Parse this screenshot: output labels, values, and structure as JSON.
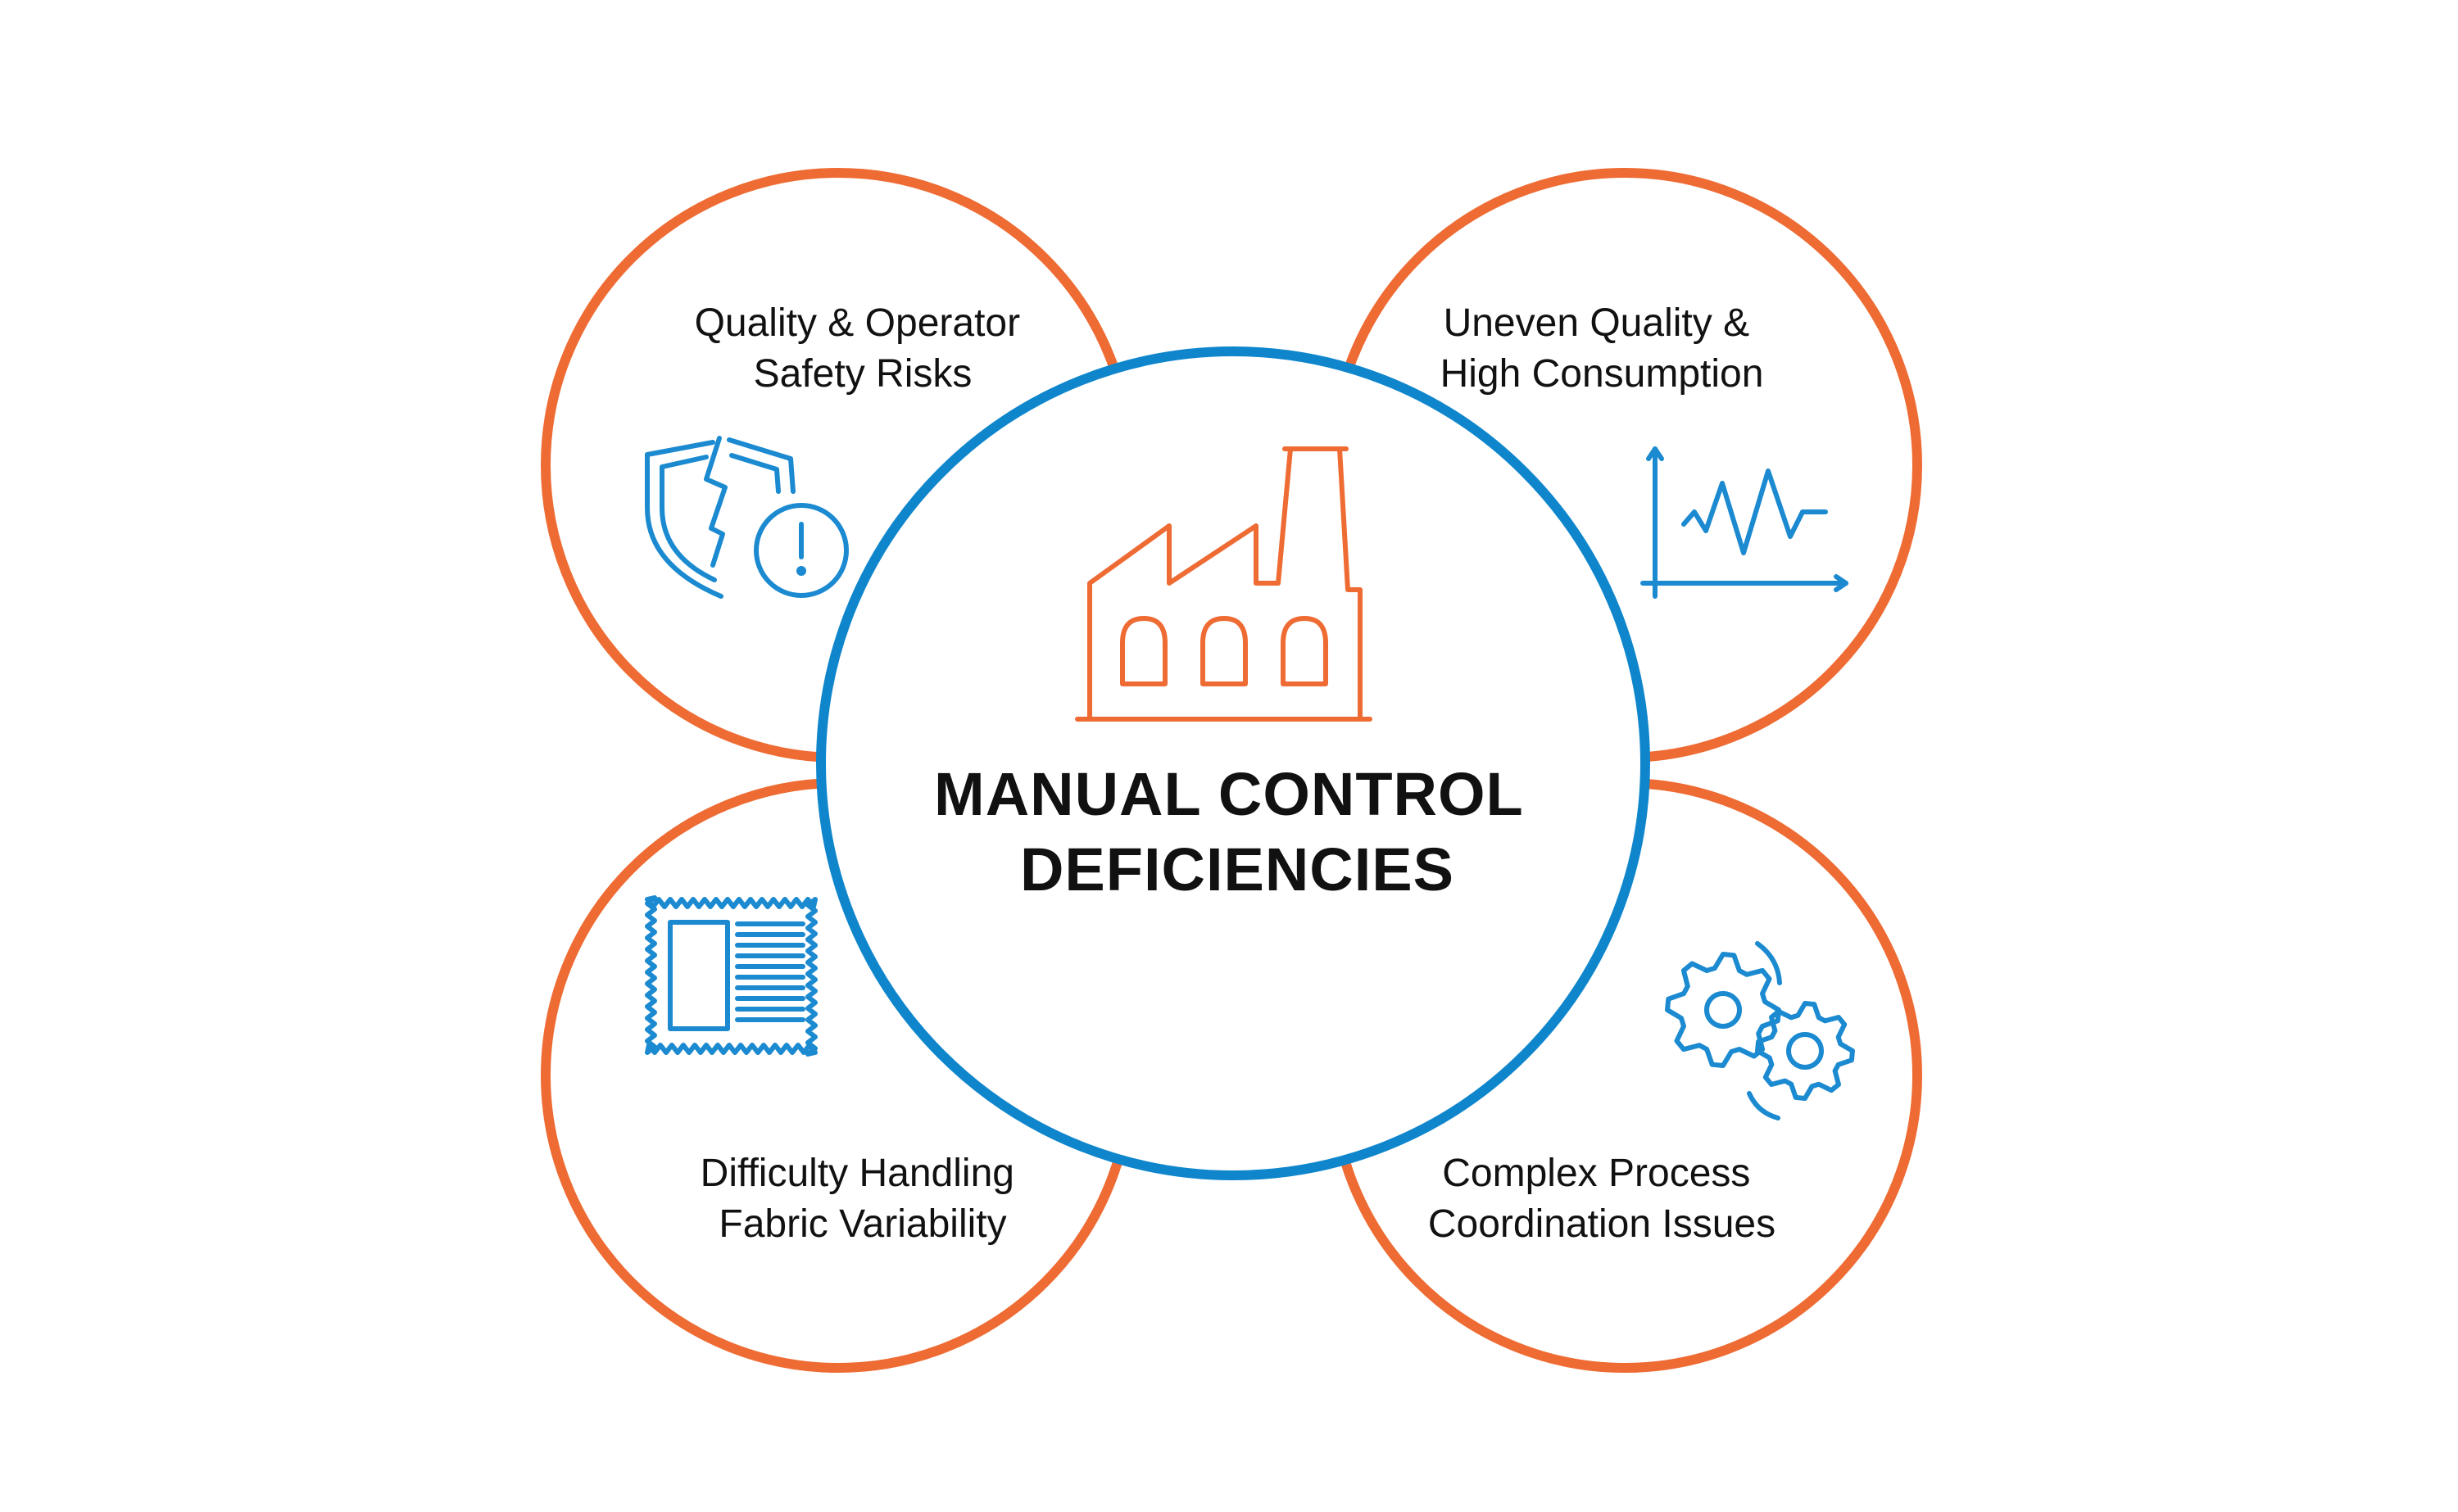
{
  "colors": {
    "satellite_ring": "#EE6B33",
    "center_ring": "#0F86CC",
    "factory_icon": "#EE6B33",
    "satellite_icons": "#1B8AD0",
    "text": "#111111"
  },
  "center": {
    "title_line1": "MANUAL CONTROL",
    "title_line2": "DEFICIENCIES",
    "icon": "factory-icon"
  },
  "satellites": [
    {
      "id": "top-left",
      "line1": "Quality & Operator",
      "line2": "Safety Risks",
      "icon": "broken-shield-warning-icon"
    },
    {
      "id": "top-right",
      "line1": "Uneven Quality &",
      "line2": "High Consumption",
      "icon": "fluctuating-chart-icon"
    },
    {
      "id": "bottom-left",
      "line1": "Difficulty Handling",
      "line2": "Fabric Variability",
      "icon": "fabric-swatch-icon"
    },
    {
      "id": "bottom-right",
      "line1": "Complex Process",
      "line2": "Coordination Issues",
      "icon": "gears-icon"
    }
  ]
}
